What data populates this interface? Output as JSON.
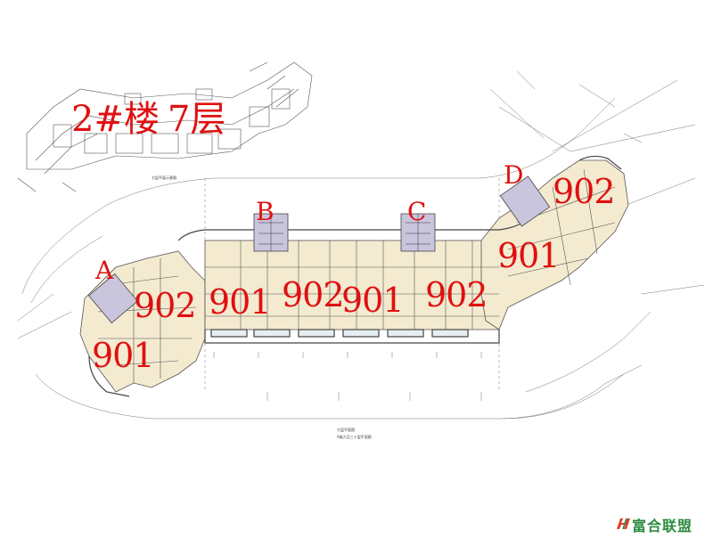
{
  "header": {
    "building": "2#楼",
    "floor": "7层"
  },
  "cores": [
    "A",
    "B",
    "C",
    "D"
  ],
  "units": {
    "a_902": "902",
    "a_901": "901",
    "b_901": "901",
    "b_902": "902",
    "c_901": "901",
    "c_902": "902",
    "d_901": "901",
    "d_902": "902"
  },
  "captions": {
    "keyplan": "七层平面示意图",
    "plan_title": "七层平面图",
    "plan_sub": "A座九至三十层平面图"
  },
  "logo": {
    "text": "富合联盟",
    "icon": "h-logo-icon",
    "color": "#2c8a3e"
  },
  "colors": {
    "accent": "#e01010",
    "unit_fill": "#f3ead0",
    "core_fill": "#c9c5dd",
    "line": "#555555"
  }
}
